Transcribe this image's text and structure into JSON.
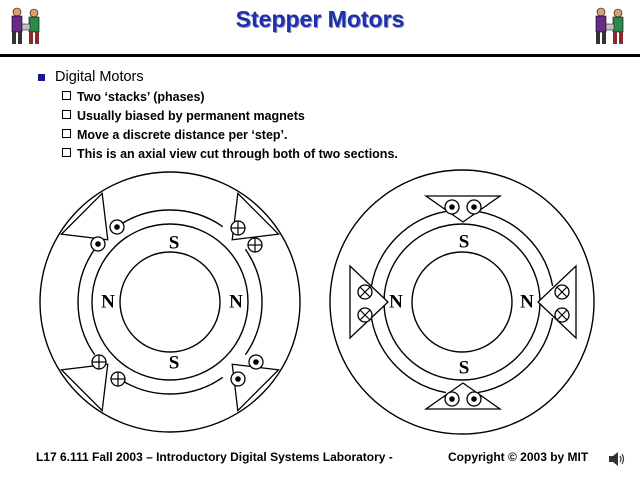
{
  "slide": {
    "title": "Stepper Motors",
    "main_bullet": "Digital Motors",
    "sub_bullets": [
      "Two ‘stacks’ (phases)",
      "Usually biased by permanent magnets",
      "Move a discrete distance per ‘step’.",
      "This is an axial view cut through both of two sections."
    ]
  },
  "diagram_left": {
    "pole_labels": [
      "S",
      "N",
      "N",
      "S"
    ]
  },
  "diagram_right": {
    "pole_labels": [
      "S",
      "N",
      "N",
      "S"
    ]
  },
  "footer": {
    "left": "L17  6.111   Fall 2003 – Introductory Digital Systems Laboratory -",
    "right": "Copyright © 2003 by MIT"
  },
  "icons": [
    "two-figures-logo-icon",
    "speaker-icon"
  ]
}
